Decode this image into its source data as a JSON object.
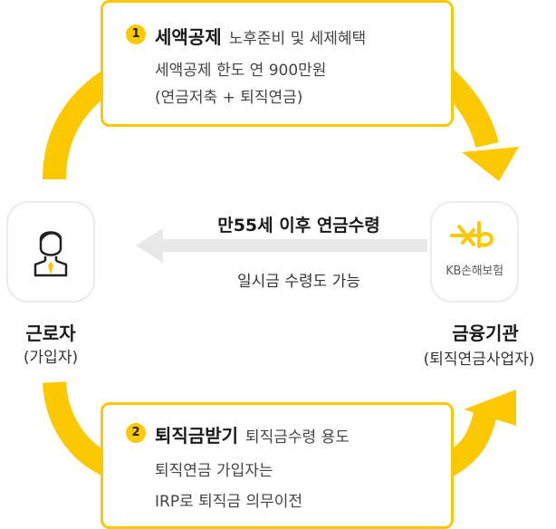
{
  "colors": {
    "accent": "#fcc800",
    "arrow_gray": "#e8e8e8",
    "kb_logo": "#fcc800"
  },
  "top_box": {
    "number": "1",
    "title": "세액공제",
    "subtitle": "노후준비 및 세제혜택",
    "line1": "세액공제 한도 연 900만원",
    "line2": "(연금저축 + 퇴직연금)"
  },
  "bottom_box": {
    "number": "2",
    "title": "퇴직금받기",
    "subtitle": "퇴직금수령 용도",
    "line1": "퇴직연금 가입자는",
    "line2": "IRP로 퇴직금 의무이전"
  },
  "worker": {
    "icon": "worker-icon",
    "name": "근로자",
    "sub": "(가입자)"
  },
  "institution": {
    "logo_icon": "kb-logo-icon",
    "logo_text": "KB손해보험",
    "name": "금융기관",
    "sub": "(퇴직연금사업자)"
  },
  "flow": {
    "main": "만55세 이후 연금수령",
    "sub": "일시금 수령도 가능"
  }
}
